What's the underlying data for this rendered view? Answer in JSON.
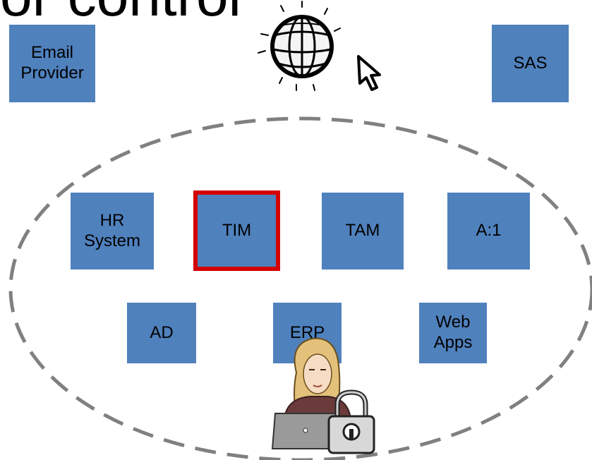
{
  "heading_partial": "or control",
  "colors": {
    "box_fill": "#4f81bd",
    "highlight_border": "#d40000",
    "ellipse_dash": "#808080"
  },
  "icons": {
    "globe": "globe-with-cursor-icon",
    "user": "user-at-laptop-icon",
    "lock": "padlock-icon"
  },
  "outside_systems": [
    {
      "label": "Email\nProvider"
    },
    {
      "label": "SAS"
    }
  ],
  "inside_systems": [
    {
      "label": "HR\nSystem"
    },
    {
      "label": "TIM",
      "highlighted": true
    },
    {
      "label": "TAM"
    },
    {
      "label": "A:1"
    },
    {
      "label": "AD"
    },
    {
      "label": "ERP"
    },
    {
      "label": "Web\nApps"
    }
  ]
}
